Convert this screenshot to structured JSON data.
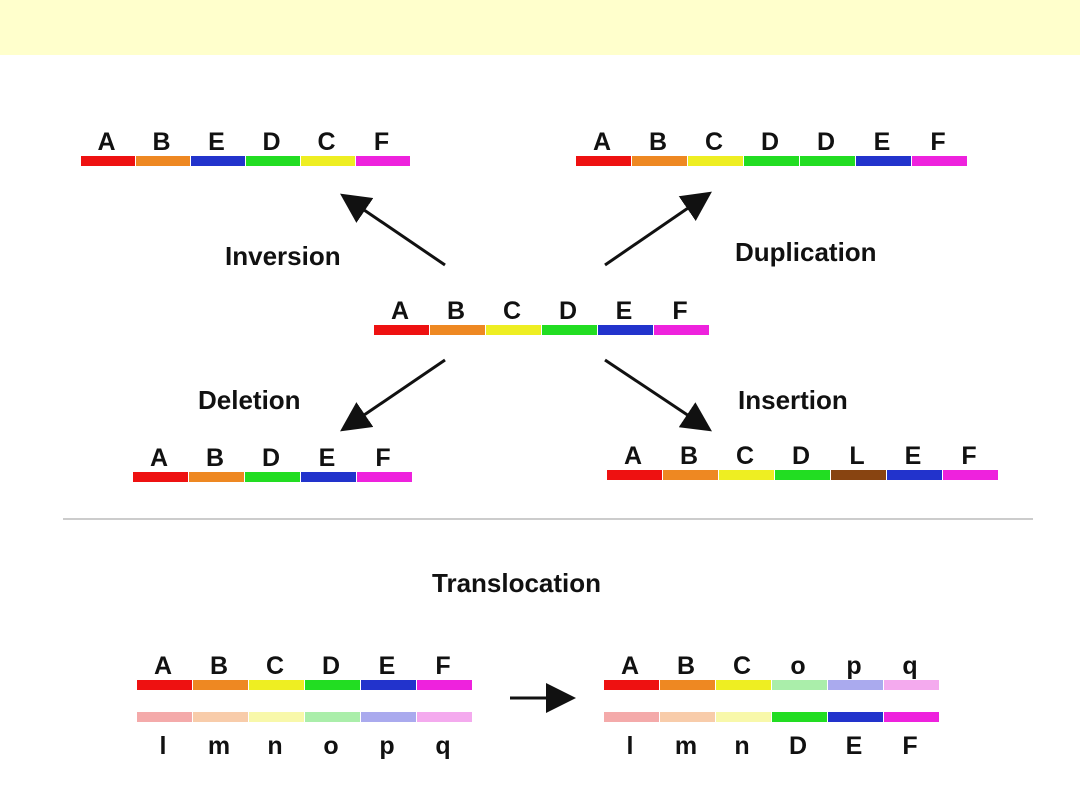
{
  "colors": {
    "banner": "#ffffcc",
    "A": "#ee1111",
    "B": "#ee8822",
    "C": "#eeee22",
    "D": "#22dd22",
    "E": "#2233cc",
    "F": "#ee22dd",
    "L": "#884411",
    "l": "#f4aaaa",
    "m": "#f8ccaa",
    "n": "#f8f8aa",
    "o": "#aaeeaa",
    "p": "#aaaaee",
    "q": "#f4aaee",
    "arrow": "#111111",
    "divider": "#cccccc"
  },
  "labels": {
    "inversion": "Inversion",
    "duplication": "Duplication",
    "deletion": "Deletion",
    "insertion": "Insertion",
    "translocation": "Translocation"
  },
  "chromosomes": {
    "original": [
      "A",
      "B",
      "C",
      "D",
      "E",
      "F"
    ],
    "inversion": [
      "A",
      "B",
      "E",
      "D",
      "C",
      "F"
    ],
    "duplication": [
      "A",
      "B",
      "C",
      "D",
      "D",
      "E",
      "F"
    ],
    "deletion": [
      "A",
      "B",
      "D",
      "E",
      "F"
    ],
    "insertion": [
      "A",
      "B",
      "C",
      "D",
      "L",
      "E",
      "F"
    ],
    "trans_before_1": [
      "A",
      "B",
      "C",
      "D",
      "E",
      "F"
    ],
    "trans_before_2": [
      "l",
      "m",
      "n",
      "o",
      "p",
      "q"
    ],
    "trans_after_1": [
      "A",
      "B",
      "C",
      "o",
      "p",
      "q"
    ],
    "trans_after_2": [
      "l",
      "m",
      "n",
      "D",
      "E",
      "F"
    ]
  }
}
